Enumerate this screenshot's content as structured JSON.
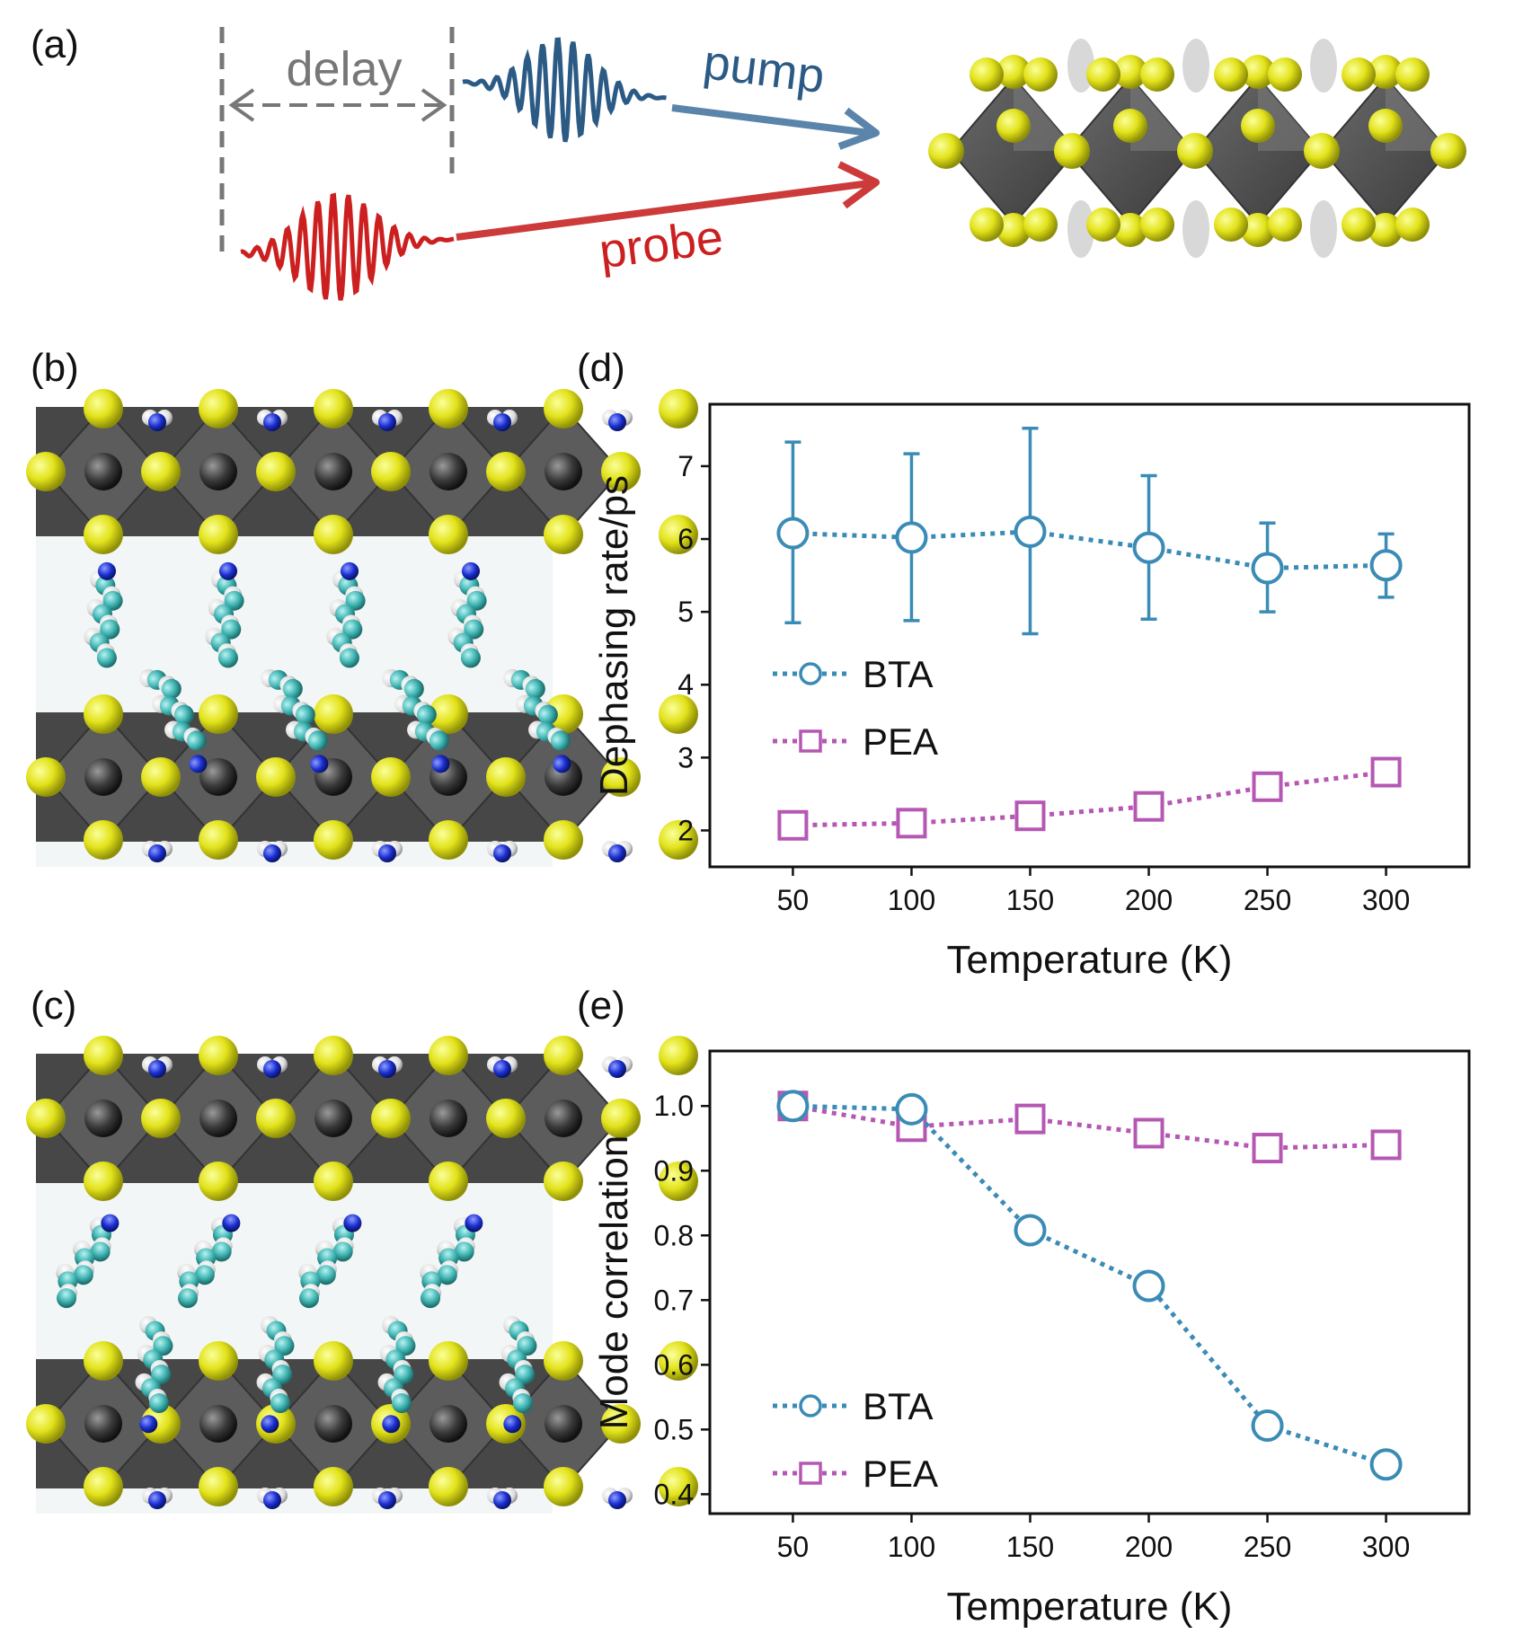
{
  "panels": {
    "a": "(a)",
    "b": "(b)",
    "c": "(c)",
    "d": "(d)",
    "e": "(e)"
  },
  "schematic": {
    "delay_label": "delay",
    "pump_label": "pump",
    "probe_label": "probe",
    "colors": {
      "pump": "#2b5a85",
      "probe": "#cc1f1f",
      "delay": "#777777"
    }
  },
  "chart_data": [
    {
      "id": "d",
      "type": "scatter",
      "xlabel": "Temperature (K)",
      "ylabel": "Dephasing rate/ps",
      "x": [
        50,
        100,
        150,
        200,
        250,
        300
      ],
      "xticks": [
        50,
        100,
        150,
        200,
        250,
        300
      ],
      "yticks": [
        2,
        3,
        4,
        5,
        6,
        7
      ],
      "xlim": [
        15,
        335
      ],
      "ylim": [
        1.5,
        7.85
      ],
      "legend": "center-left",
      "series": [
        {
          "name": "BTA",
          "marker": "circle",
          "color": "#3a8bb5",
          "values": [
            6.08,
            6.02,
            6.1,
            5.88,
            5.6,
            5.64
          ],
          "err_low": [
            4.85,
            4.88,
            4.7,
            4.9,
            5.0,
            5.2
          ],
          "err_high": [
            7.33,
            7.17,
            7.52,
            6.87,
            6.22,
            6.07
          ]
        },
        {
          "name": "PEA",
          "marker": "square",
          "color": "#b557b3",
          "values": [
            2.07,
            2.1,
            2.2,
            2.33,
            2.6,
            2.8
          ]
        }
      ]
    },
    {
      "id": "e",
      "type": "scatter",
      "xlabel": "Temperature (K)",
      "ylabel": "Mode correlation",
      "x": [
        50,
        100,
        150,
        200,
        250,
        300
      ],
      "xticks": [
        50,
        100,
        150,
        200,
        250,
        300
      ],
      "yticks": [
        0.4,
        0.5,
        0.6,
        0.7,
        0.8,
        0.9,
        1.0
      ],
      "ytick_labels": [
        "0.4",
        "0.5",
        "0.6",
        "0.7",
        "0.8",
        "0.9",
        "1.0"
      ],
      "xlim": [
        15,
        335
      ],
      "ylim": [
        0.37,
        1.085
      ],
      "legend": "bottom-left",
      "series": [
        {
          "name": "BTA",
          "marker": "circle",
          "color": "#3a8bb5",
          "values": [
            1.0,
            0.995,
            0.808,
            0.722,
            0.506,
            0.446
          ]
        },
        {
          "name": "PEA",
          "marker": "square",
          "color": "#b557b3",
          "values": [
            1.0,
            0.968,
            0.98,
            0.958,
            0.935,
            0.94
          ]
        }
      ]
    }
  ]
}
